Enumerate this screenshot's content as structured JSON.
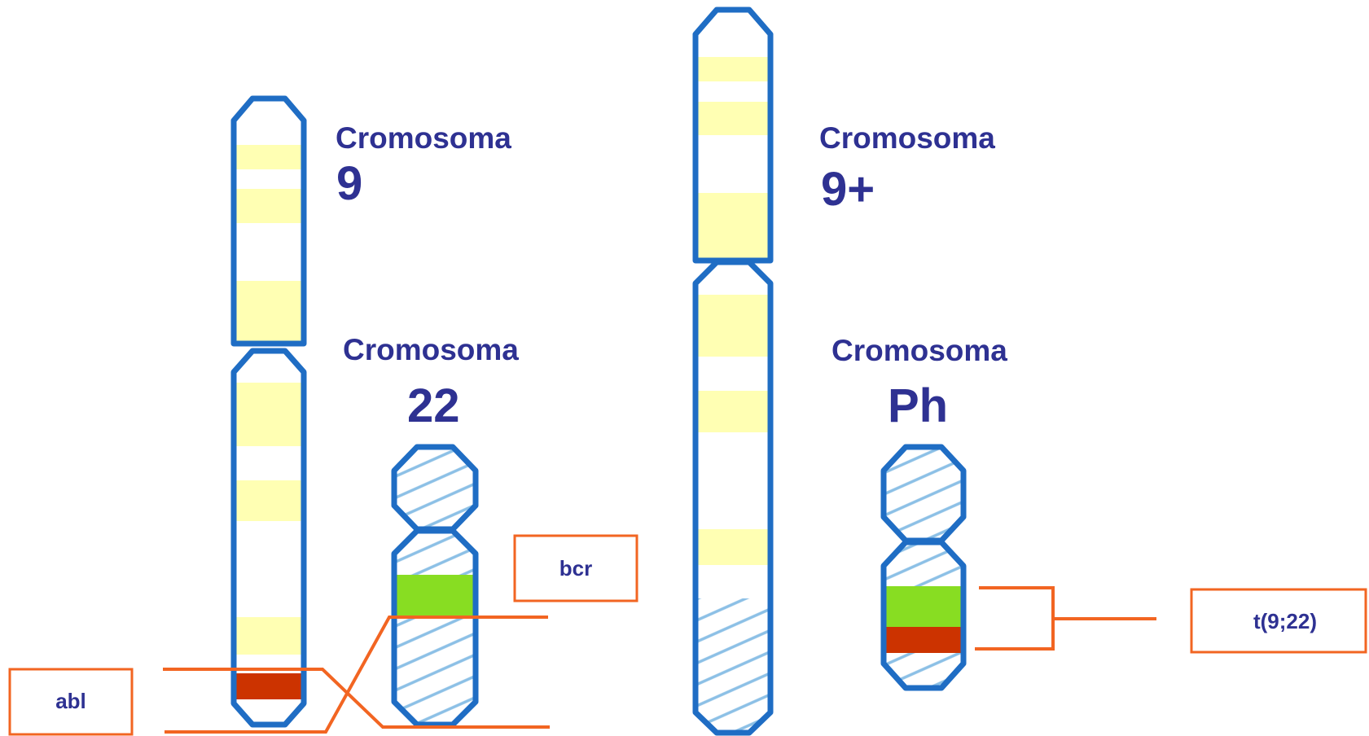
{
  "labels": {
    "chr9": {
      "title": "Cromosoma",
      "number": "9"
    },
    "chr22": {
      "title": "Cromosoma",
      "number": "22"
    },
    "chr9plus": {
      "title": "Cromosoma",
      "number": "9+"
    },
    "chrPh": {
      "title": "Cromosoma",
      "number": "Ph"
    }
  },
  "boxes": {
    "abl": "abl",
    "bcr": "bcr",
    "translocation": "t(9;22)"
  },
  "colors": {
    "outline": "#1f6dc4",
    "band": "#ffffb3",
    "hatch": "#8cc0e6",
    "abl_gene": "#cc3300",
    "bcr_gene": "#88dd22",
    "connector": "#f26522",
    "text": "#2e3192"
  }
}
